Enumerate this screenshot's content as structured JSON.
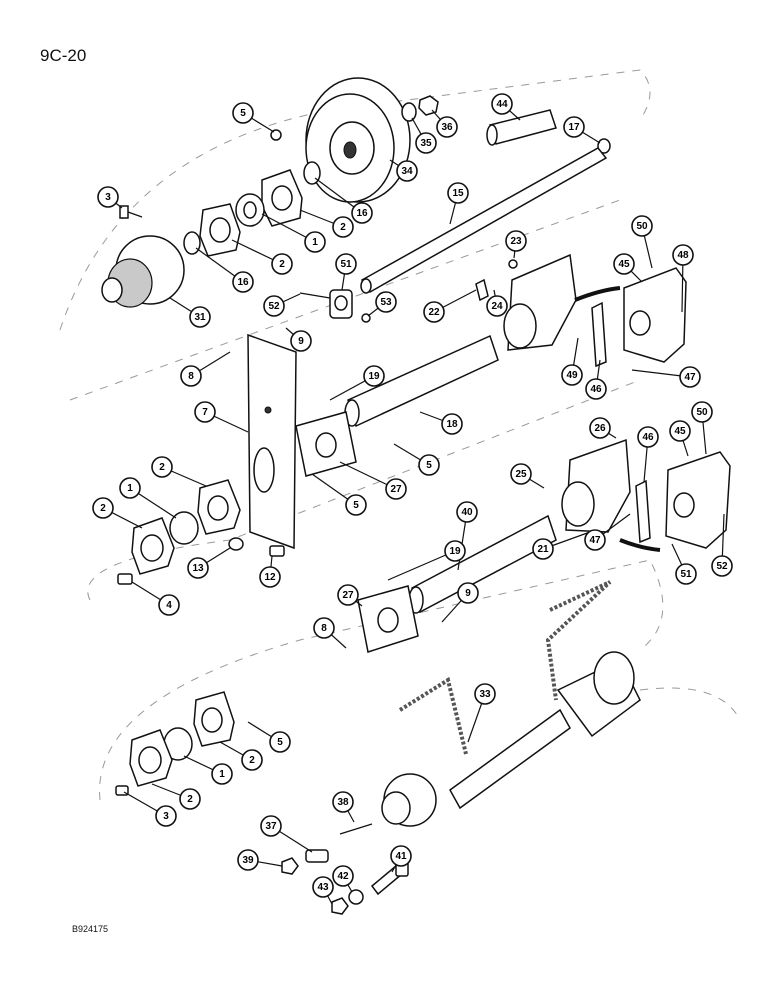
{
  "page_code": "9C-20",
  "figure_code": "B924175",
  "callouts": [
    {
      "id": "c1",
      "label": "5"
    },
    {
      "id": "c2",
      "label": "36"
    },
    {
      "id": "c3",
      "label": "44"
    },
    {
      "id": "c4",
      "label": "17"
    },
    {
      "id": "c5",
      "label": "35"
    },
    {
      "id": "c6",
      "label": "34"
    },
    {
      "id": "c7",
      "label": "3"
    },
    {
      "id": "c8",
      "label": "16"
    },
    {
      "id": "c9",
      "label": "2"
    },
    {
      "id": "c10",
      "label": "1"
    },
    {
      "id": "c11",
      "label": "2"
    },
    {
      "id": "c12",
      "label": "16"
    },
    {
      "id": "c13",
      "label": "15"
    },
    {
      "id": "c14",
      "label": "31"
    },
    {
      "id": "c15",
      "label": "51"
    },
    {
      "id": "c16",
      "label": "23"
    },
    {
      "id": "c17",
      "label": "50"
    },
    {
      "id": "c18",
      "label": "45"
    },
    {
      "id": "c19",
      "label": "48"
    },
    {
      "id": "c20",
      "label": "52"
    },
    {
      "id": "c21",
      "label": "53"
    },
    {
      "id": "c22",
      "label": "22"
    },
    {
      "id": "c23",
      "label": "24"
    },
    {
      "id": "c24",
      "label": "9"
    },
    {
      "id": "c25",
      "label": "8"
    },
    {
      "id": "c26",
      "label": "49"
    },
    {
      "id": "c27",
      "label": "46"
    },
    {
      "id": "c28",
      "label": "47"
    },
    {
      "id": "c29",
      "label": "19"
    },
    {
      "id": "c30",
      "label": "7"
    },
    {
      "id": "c31",
      "label": "18"
    },
    {
      "id": "c32",
      "label": "5"
    },
    {
      "id": "c33",
      "label": "26"
    },
    {
      "id": "c34",
      "label": "46"
    },
    {
      "id": "c35",
      "label": "45"
    },
    {
      "id": "c36",
      "label": "50"
    },
    {
      "id": "c37",
      "label": "2"
    },
    {
      "id": "c38",
      "label": "27"
    },
    {
      "id": "c39",
      "label": "5"
    },
    {
      "id": "c40",
      "label": "25"
    },
    {
      "id": "c41",
      "label": "1"
    },
    {
      "id": "c42",
      "label": "2"
    },
    {
      "id": "c43",
      "label": "40"
    },
    {
      "id": "c44",
      "label": "21"
    },
    {
      "id": "c45",
      "label": "47"
    },
    {
      "id": "c46",
      "label": "13"
    },
    {
      "id": "c47",
      "label": "12"
    },
    {
      "id": "c48",
      "label": "19"
    },
    {
      "id": "c49",
      "label": "51"
    },
    {
      "id": "c50",
      "label": "52"
    },
    {
      "id": "c51",
      "label": "4"
    },
    {
      "id": "c52",
      "label": "27"
    },
    {
      "id": "c53",
      "label": "9"
    },
    {
      "id": "c54",
      "label": "8"
    },
    {
      "id": "c55",
      "label": "33"
    },
    {
      "id": "c56",
      "label": "5"
    },
    {
      "id": "c57",
      "label": "1"
    },
    {
      "id": "c58",
      "label": "2"
    },
    {
      "id": "c59",
      "label": "2"
    },
    {
      "id": "c60",
      "label": "3"
    },
    {
      "id": "c61",
      "label": "38"
    },
    {
      "id": "c62",
      "label": "37"
    },
    {
      "id": "c63",
      "label": "39"
    },
    {
      "id": "c64",
      "label": "41"
    },
    {
      "id": "c65",
      "label": "42"
    },
    {
      "id": "c66",
      "label": "43"
    }
  ]
}
